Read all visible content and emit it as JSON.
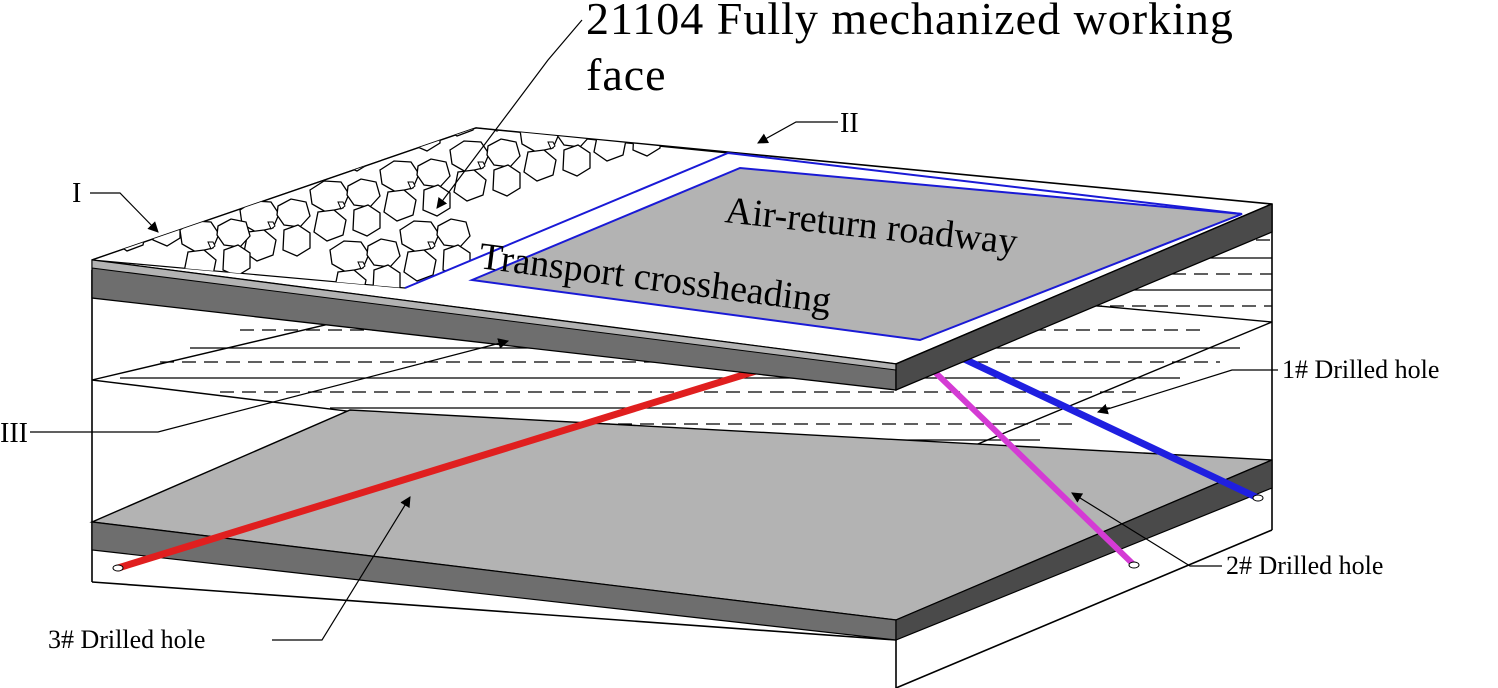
{
  "labels": {
    "title_line1": "21104 Fully mechanized working",
    "title_line2": "face",
    "air_return": "Air-return roadway",
    "transport": "Transport crossheading",
    "hole1": "1# Drilled hole",
    "hole2": "2# Drilled hole",
    "hole3": "3# Drilled hole",
    "roman_1": "I",
    "roman_2": "II",
    "roman_3": "III"
  },
  "colors": {
    "hole1": "#1f1fe0",
    "hole2": "#d43bd4",
    "hole3": "#e01f1f",
    "roadway_border": "#1a1ad6",
    "slab_top": "#b3b3b3",
    "slab_side": "#6e6e6e",
    "slab_right": "#4a4a4a"
  }
}
